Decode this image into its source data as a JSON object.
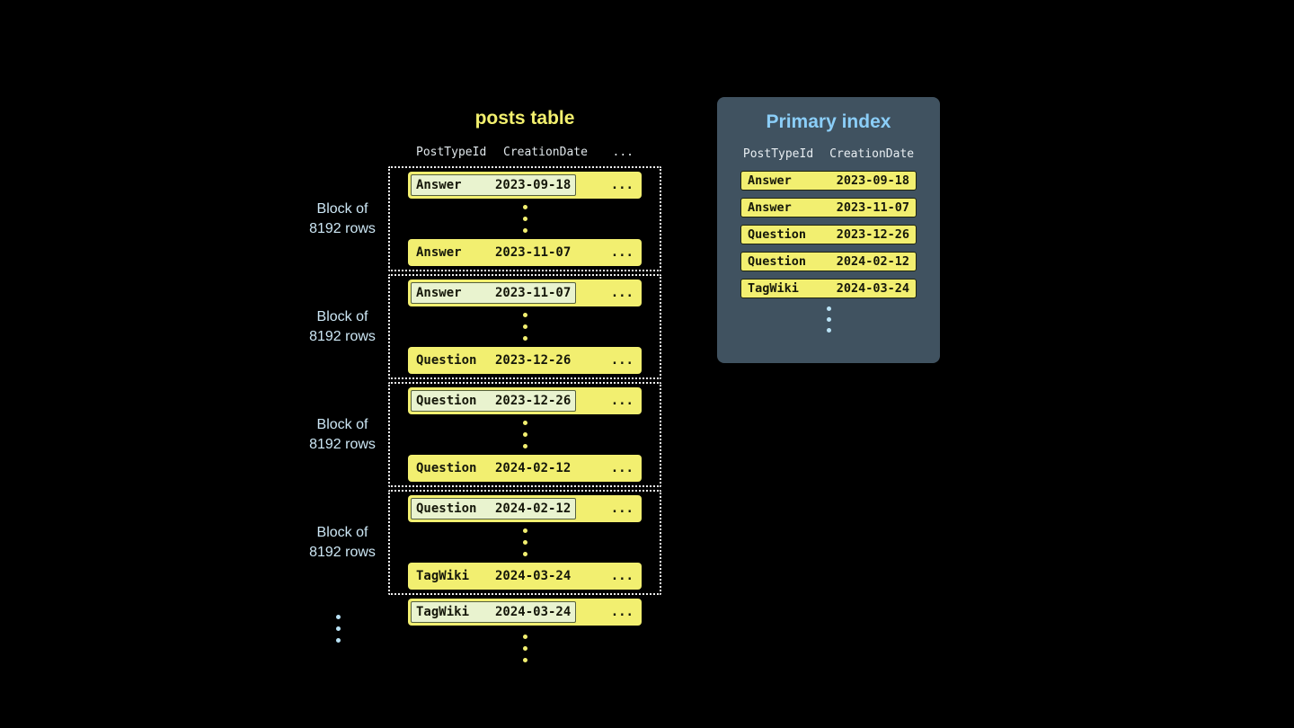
{
  "posts_table": {
    "title": "posts table",
    "header": {
      "col1": "PostTypeId",
      "col2": "CreationDate",
      "col3": "..."
    },
    "blocks": [
      {
        "label1": "Block of",
        "label2": "8192 rows",
        "first": {
          "type": "Answer",
          "date": "2023-09-18",
          "more": "..."
        },
        "last": {
          "type": "Answer",
          "date": "2023-11-07",
          "more": "..."
        }
      },
      {
        "label1": "Block of",
        "label2": "8192 rows",
        "first": {
          "type": "Answer",
          "date": "2023-11-07",
          "more": "..."
        },
        "last": {
          "type": "Question",
          "date": "2023-12-26",
          "more": "..."
        }
      },
      {
        "label1": "Block of",
        "label2": "8192 rows",
        "first": {
          "type": "Question",
          "date": "2023-12-26",
          "more": "..."
        },
        "last": {
          "type": "Question",
          "date": "2024-02-12",
          "more": "..."
        }
      },
      {
        "label1": "Block of",
        "label2": "8192 rows",
        "first": {
          "type": "Question",
          "date": "2024-02-12",
          "more": "..."
        },
        "last": {
          "type": "TagWiki",
          "date": "2024-03-24",
          "more": "..."
        }
      }
    ],
    "overflow_row": {
      "type": "TagWiki",
      "date": "2024-03-24",
      "more": "..."
    }
  },
  "primary_index": {
    "title": "Primary index",
    "header": {
      "col1": "PostTypeId",
      "col2": "CreationDate"
    },
    "rows": [
      {
        "type": "Answer",
        "date": "2023-09-18"
      },
      {
        "type": "Answer",
        "date": "2023-11-07"
      },
      {
        "type": "Question",
        "date": "2023-12-26"
      },
      {
        "type": "Question",
        "date": "2024-02-12"
      },
      {
        "type": "TagWiki",
        "date": "2024-03-24"
      }
    ]
  },
  "colors": {
    "background": "#000000",
    "row_yellow": "#f2ef70",
    "highlight_cell": "#e9f3cf",
    "label_blue": "#cde7f5",
    "index_title_blue": "#8bcef8",
    "index_panel_bg": "#405260",
    "header_text": "#dfe6ea"
  }
}
